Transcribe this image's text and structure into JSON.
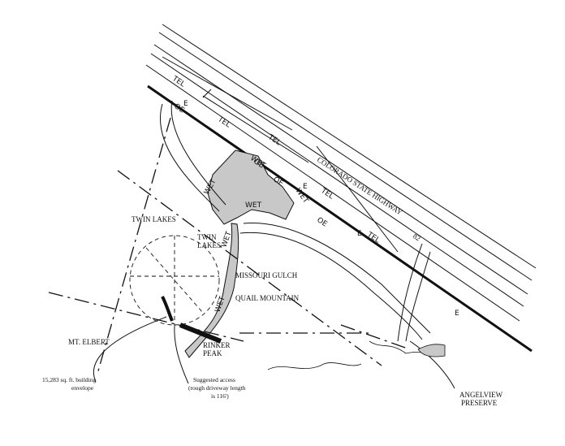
{
  "map": {
    "highway_label": "COLORADO STATE HIGHWAY",
    "highway_number": "82",
    "places": {
      "twin_lakes_1": "TWIN  LAKES",
      "twin_lakes_2_line1": "TWIN",
      "twin_lakes_2_line2": "LAKES",
      "missouri_gulch": "MISSOURI GULCH",
      "quail_mountain": "QUAIL MOUNTAIN",
      "mt_elbert": "MT. ELBERT",
      "rinker_peak_line1": "RINKER",
      "rinker_peak_line2": "PEAK",
      "angelview_line1": "ANGELVIEW",
      "angelview_line2": "PRESERVE"
    },
    "annotations": {
      "envelope_line1": "15,283 sq. ft. building",
      "envelope_line2": "envelope",
      "access_line1": "Suggested access",
      "access_line2": "(rough driveway length",
      "access_line3": "is 116')"
    },
    "utility_labels": {
      "tel": "TEL",
      "oe": "OE",
      "wet": "WET",
      "e": "E"
    },
    "colors": {
      "ink": "#111111",
      "wetland_fill": "#c8c8c8"
    }
  }
}
